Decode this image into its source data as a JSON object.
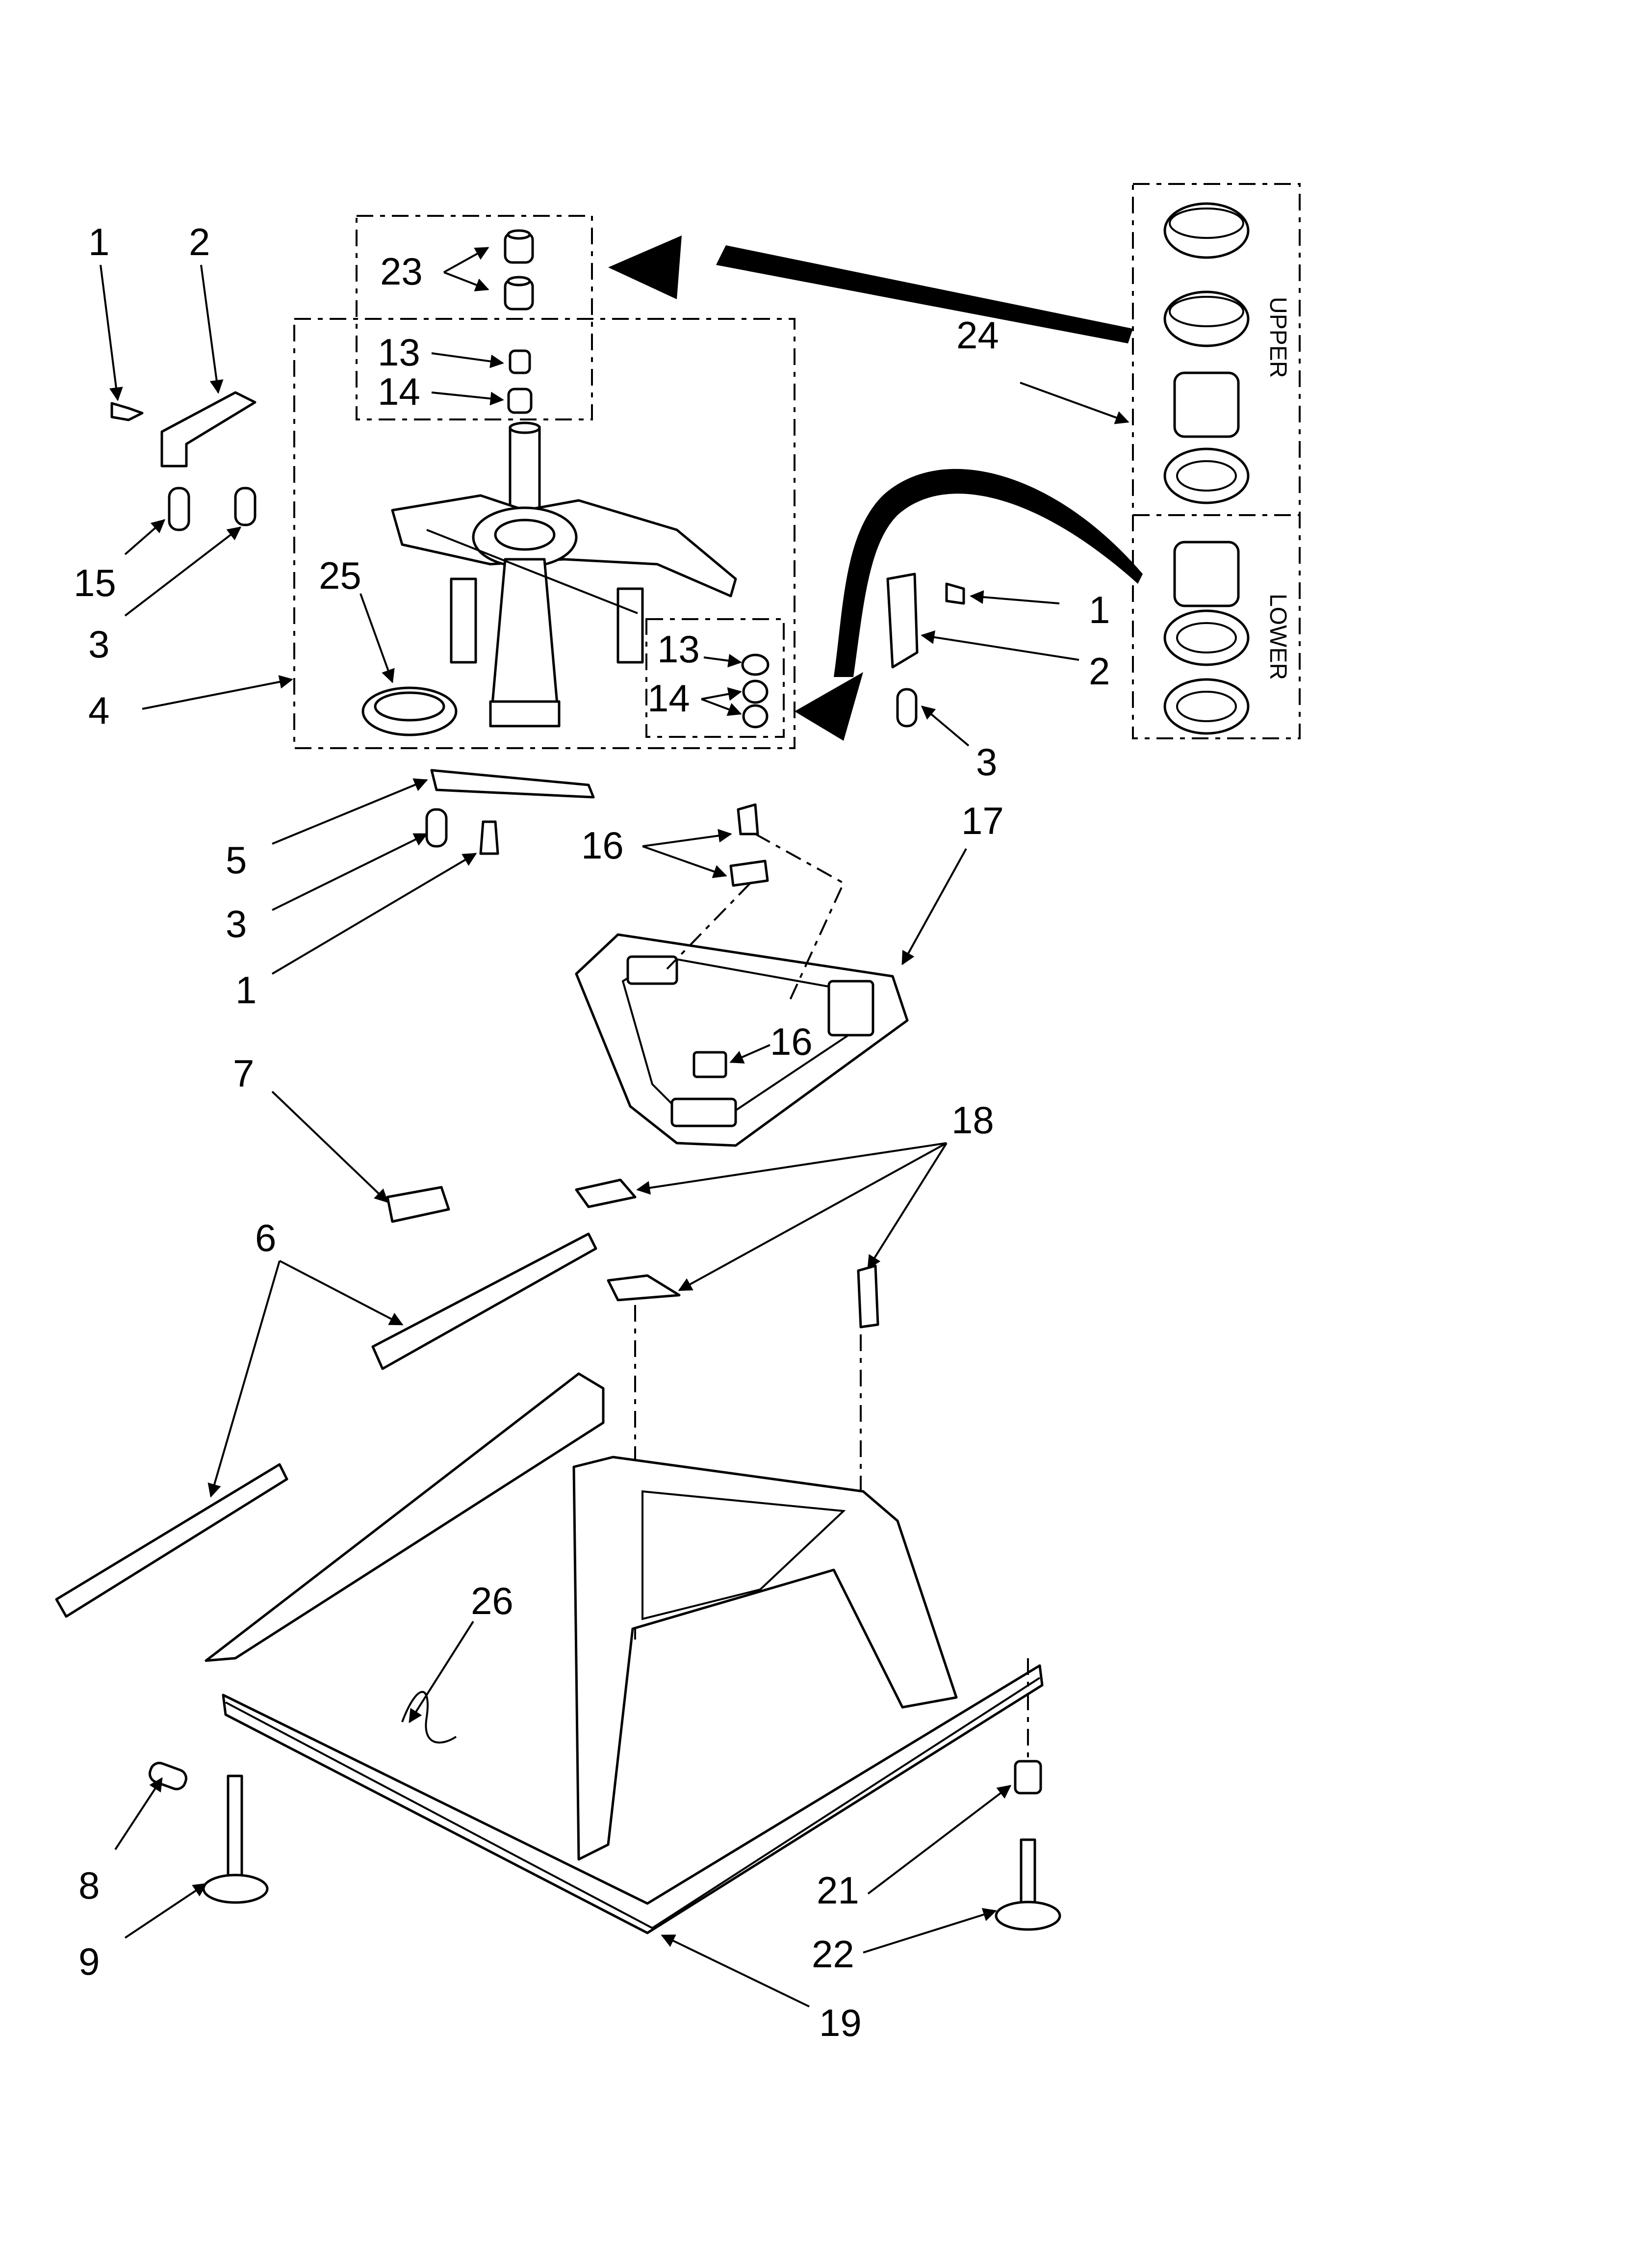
{
  "callouts": [
    "1",
    "2",
    "15",
    "3",
    "4",
    "5",
    "3",
    "1",
    "2",
    "3",
    "1",
    "25",
    "23",
    "13",
    "14",
    "13",
    "14",
    "24",
    "16",
    "17",
    "16",
    "7",
    "18",
    "6",
    "26",
    "8",
    "9",
    "21",
    "22",
    "19"
  ],
  "kit_labels": {
    "upper": "UPPER",
    "lower": "LOWER"
  },
  "colors": {
    "ink": "#000000",
    "paper": "#ffffff"
  }
}
